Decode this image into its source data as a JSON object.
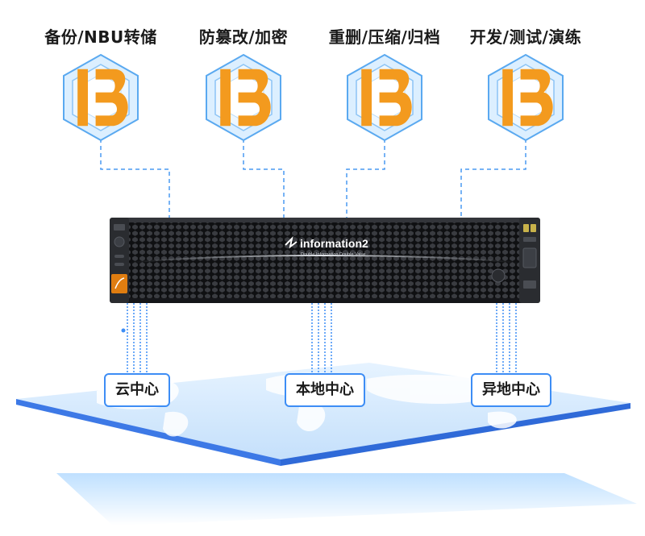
{
  "features": [
    {
      "label": "备份/NBU转储",
      "icon": "ib-logo-icon"
    },
    {
      "label": "防篡改/加密",
      "icon": "ib-logo-icon"
    },
    {
      "label": "重删/压缩/归档",
      "icon": "ib-logo-icon"
    },
    {
      "label": "开发/测试/演练",
      "icon": "ib-logo-icon"
    }
  ],
  "server": {
    "brand": "information2",
    "tagline": "Double Information Double Value"
  },
  "centers": [
    {
      "label": "云中心"
    },
    {
      "label": "本地中心"
    },
    {
      "label": "异地中心"
    }
  ],
  "colors": {
    "accent_blue": "#3d8df5",
    "hex_fill": "#dcefff",
    "hex_stroke": "#5aa9f0",
    "logo_orange": "#f39a1e",
    "server_body": "#1e1f22",
    "map_plane": "#cfe6fb"
  }
}
